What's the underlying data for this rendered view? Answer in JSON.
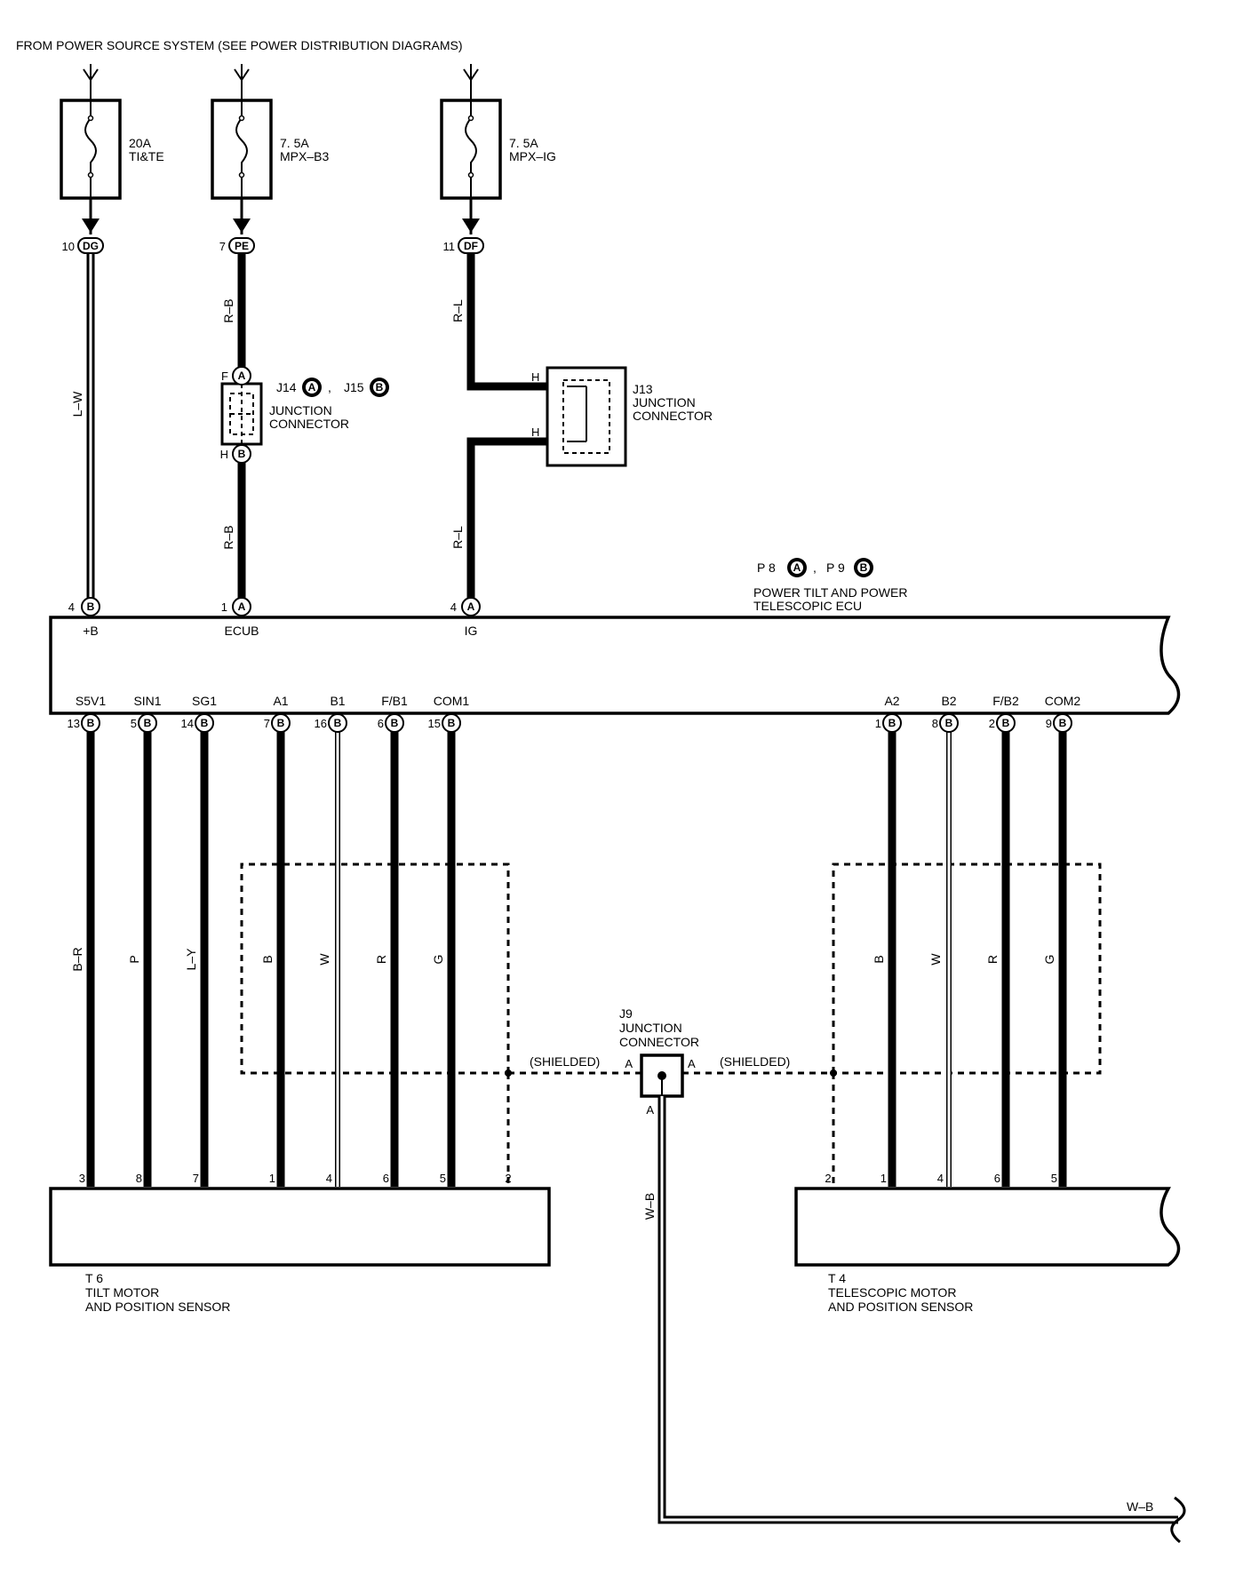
{
  "header": "FROM POWER SOURCE SYSTEM (SEE POWER DISTRIBUTION DIAGRAMS)",
  "fuses": [
    {
      "rating": "20A",
      "name": "TI&TE",
      "pin": "10",
      "conn": "DG",
      "wire": "L–W",
      "ecu_pin": "4",
      "ecu_conn": "B",
      "signal": "+B"
    },
    {
      "rating": "7. 5A",
      "name": "MPX–B3",
      "pin": "7",
      "conn": "PE",
      "wire": "R–B",
      "ecu_pin": "1",
      "ecu_conn": "A",
      "signal": "ECUB"
    },
    {
      "rating": "7. 5A",
      "name": "MPX–IG",
      "pin": "11",
      "conn": "DF",
      "wire": "R–L",
      "ecu_pin": "4",
      "ecu_conn": "A",
      "signal": "IG"
    }
  ],
  "j14": {
    "id1": "J14",
    "c1": "A",
    "id2": "J15",
    "c2": "B",
    "title1": "JUNCTION",
    "title2": "CONNECTOR",
    "pin_top": "F",
    "conn_top": "A",
    "pin_bot": "H",
    "conn_bot": "B",
    "wire_bottom": "R–B",
    "sep": ","
  },
  "j13": {
    "id": "J13",
    "title1": "JUNCTION",
    "title2": "CONNECTOR",
    "pin1": "H",
    "pin2": "H",
    "wire_bottom": "R–L"
  },
  "ecu": {
    "id1": "P 8",
    "c1": "A",
    "id2": "P 9",
    "c2": "B",
    "sep": ",",
    "title1": "POWER TILT AND POWER",
    "title2": "TELESCOPIC ECU"
  },
  "tilt_wires": [
    {
      "signal": "S5V1",
      "pin": "13",
      "conn": "B",
      "color": "B–R",
      "sensor_pin": "3"
    },
    {
      "signal": "SIN1",
      "pin": "5",
      "conn": "B",
      "color": "P",
      "sensor_pin": "8"
    },
    {
      "signal": "SG1",
      "pin": "14",
      "conn": "B",
      "color": "L–Y",
      "sensor_pin": "7"
    },
    {
      "signal": "A1",
      "pin": "7",
      "conn": "B",
      "color": "B",
      "sensor_pin": "1"
    },
    {
      "signal": "B1",
      "pin": "16",
      "conn": "B",
      "color": "W",
      "sensor_pin": "4"
    },
    {
      "signal": "F/B1",
      "pin": "6",
      "conn": "B",
      "color": "R",
      "sensor_pin": "6"
    },
    {
      "signal": "COM1",
      "pin": "15",
      "conn": "B",
      "color": "G",
      "sensor_pin": "5"
    }
  ],
  "tele_wires": [
    {
      "signal": "A2",
      "pin": "1",
      "conn": "B",
      "color": "B",
      "sensor_pin": "1"
    },
    {
      "signal": "B2",
      "pin": "8",
      "conn": "B",
      "color": "W",
      "sensor_pin": "4"
    },
    {
      "signal": "F/B2",
      "pin": "2",
      "conn": "B",
      "color": "R",
      "sensor_pin": "6"
    },
    {
      "signal": "COM2",
      "pin": "9",
      "conn": "B",
      "color": "G",
      "sensor_pin": "5"
    }
  ],
  "shield": {
    "left": "(SHIELDED)",
    "right": "(SHIELDED)",
    "tilt_pin": "2",
    "tele_pin": "2"
  },
  "j9": {
    "id": "J9",
    "title1": "JUNCTION",
    "title2": "CONNECTOR",
    "pin_left": "A",
    "pin_right": "A",
    "pin_bottom": "A",
    "wire": "W–B",
    "wire_end": "W–B"
  },
  "t6": {
    "id": "T 6",
    "title1": "TILT MOTOR",
    "title2": "AND POSITION SENSOR"
  },
  "t4": {
    "id": "T 4",
    "title1": "TELESCOPIC MOTOR",
    "title2": "AND POSITION SENSOR"
  },
  "colors": {
    "line": "#000000",
    "background": "#ffffff"
  }
}
